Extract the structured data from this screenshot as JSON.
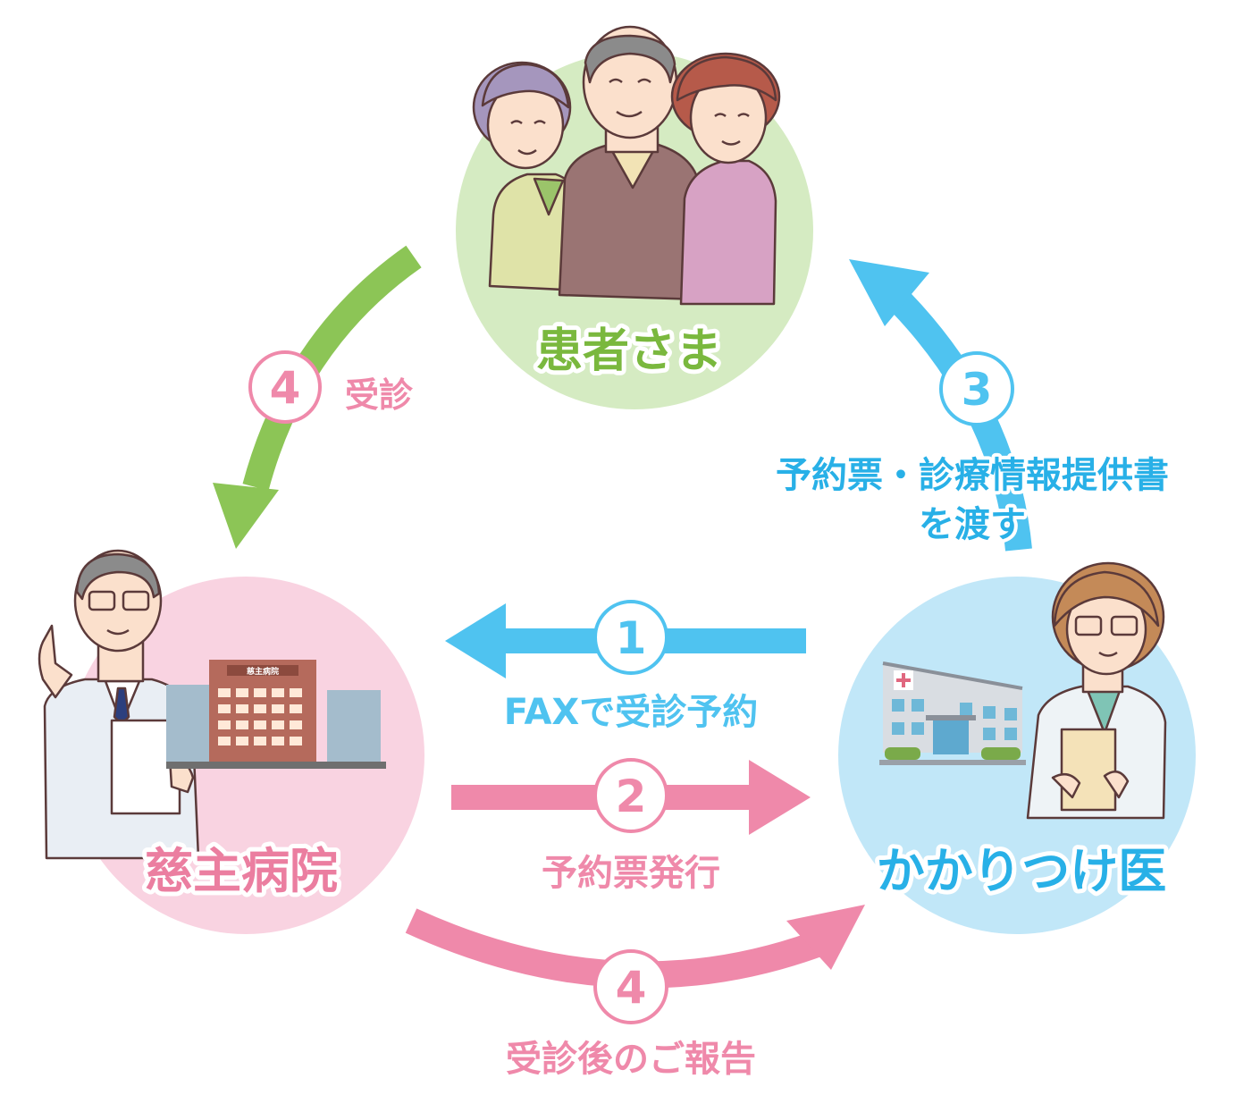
{
  "nodes": {
    "patient": {
      "label": "患者さま"
    },
    "hospital": {
      "label": "慈主病院",
      "building_sign": "慈主病院"
    },
    "clinic": {
      "label": "かかりつけ医"
    }
  },
  "steps": [
    {
      "number": "1",
      "text": "FAXで受診予約"
    },
    {
      "number": "2",
      "text": "予約票発行"
    },
    {
      "number": "3",
      "text_line1": "予約票・診療情報提供書",
      "text_line2": "を渡す"
    },
    {
      "number": "4",
      "text": "受診"
    },
    {
      "number": "4",
      "text": "受診後のご報告"
    }
  ],
  "colors": {
    "green_circle": "#d5ebc2",
    "pink_circle": "#f9d3e1",
    "blue_circle": "#c1e7f8",
    "green_arrow": "#8cc556",
    "pink_arrow": "#ef89aa",
    "blue_arrow": "#4fc3f0",
    "green_text": "#7ab83e",
    "pink_text": "#eb7ea0",
    "blue_text": "#28b0e7"
  }
}
